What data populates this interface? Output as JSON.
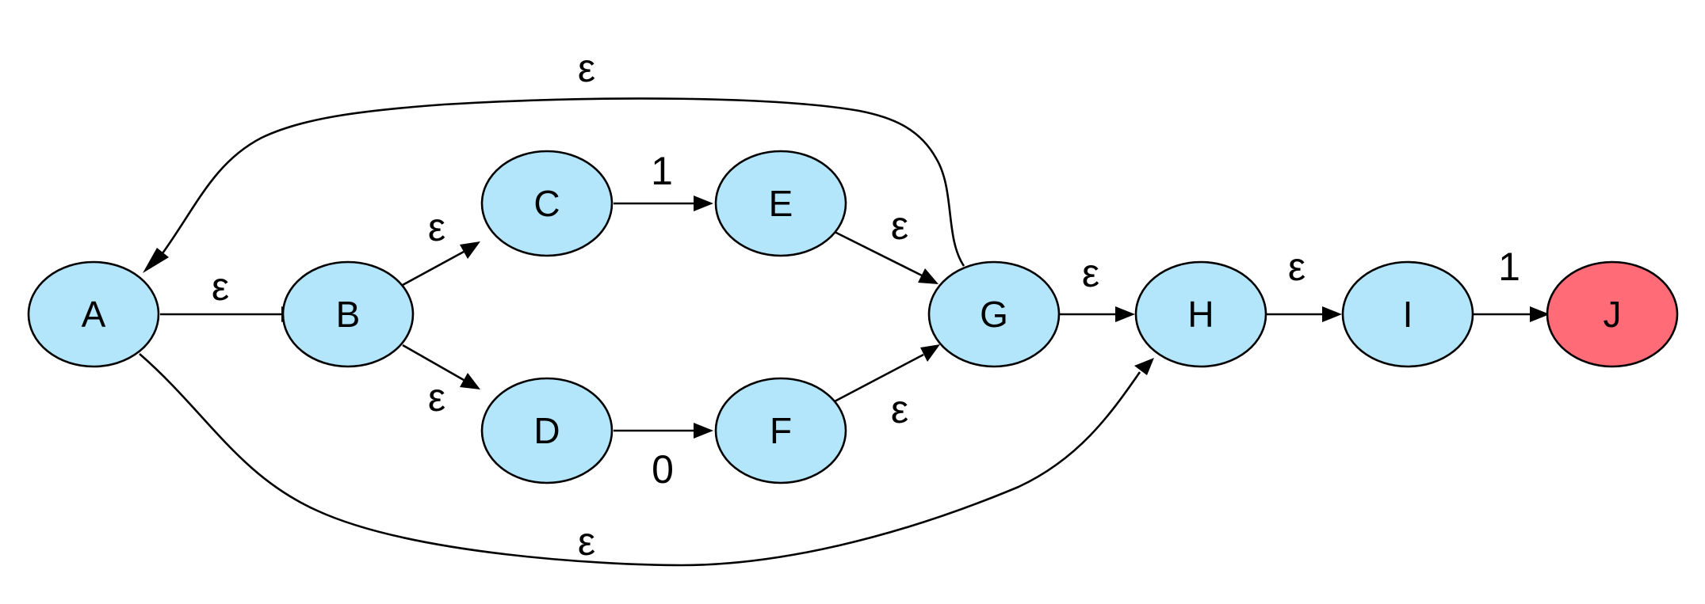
{
  "diagram": {
    "colors": {
      "default_node": "#b3e5fb",
      "accept_node": "#ff6b77",
      "stroke": "#000000"
    },
    "nodes": [
      {
        "id": "A",
        "label": "A"
      },
      {
        "id": "B",
        "label": "B"
      },
      {
        "id": "C",
        "label": "C"
      },
      {
        "id": "D",
        "label": "D"
      },
      {
        "id": "E",
        "label": "E"
      },
      {
        "id": "F",
        "label": "F"
      },
      {
        "id": "G",
        "label": "G"
      },
      {
        "id": "H",
        "label": "H"
      },
      {
        "id": "I",
        "label": "I"
      },
      {
        "id": "J",
        "label": "J",
        "accepting": true
      }
    ],
    "edges": [
      {
        "from": "A",
        "to": "B",
        "label": "ε"
      },
      {
        "from": "B",
        "to": "C",
        "label": "ε"
      },
      {
        "from": "B",
        "to": "D",
        "label": "ε"
      },
      {
        "from": "C",
        "to": "E",
        "label": "1"
      },
      {
        "from": "D",
        "to": "F",
        "label": "0"
      },
      {
        "from": "E",
        "to": "G",
        "label": "ε"
      },
      {
        "from": "F",
        "to": "G",
        "label": "ε"
      },
      {
        "from": "G",
        "to": "H",
        "label": "ε"
      },
      {
        "from": "H",
        "to": "I",
        "label": "ε"
      },
      {
        "from": "I",
        "to": "J",
        "label": "1"
      },
      {
        "from": "G",
        "to": "A",
        "label": "ε"
      },
      {
        "from": "A",
        "to": "H",
        "label": "ε"
      }
    ]
  }
}
